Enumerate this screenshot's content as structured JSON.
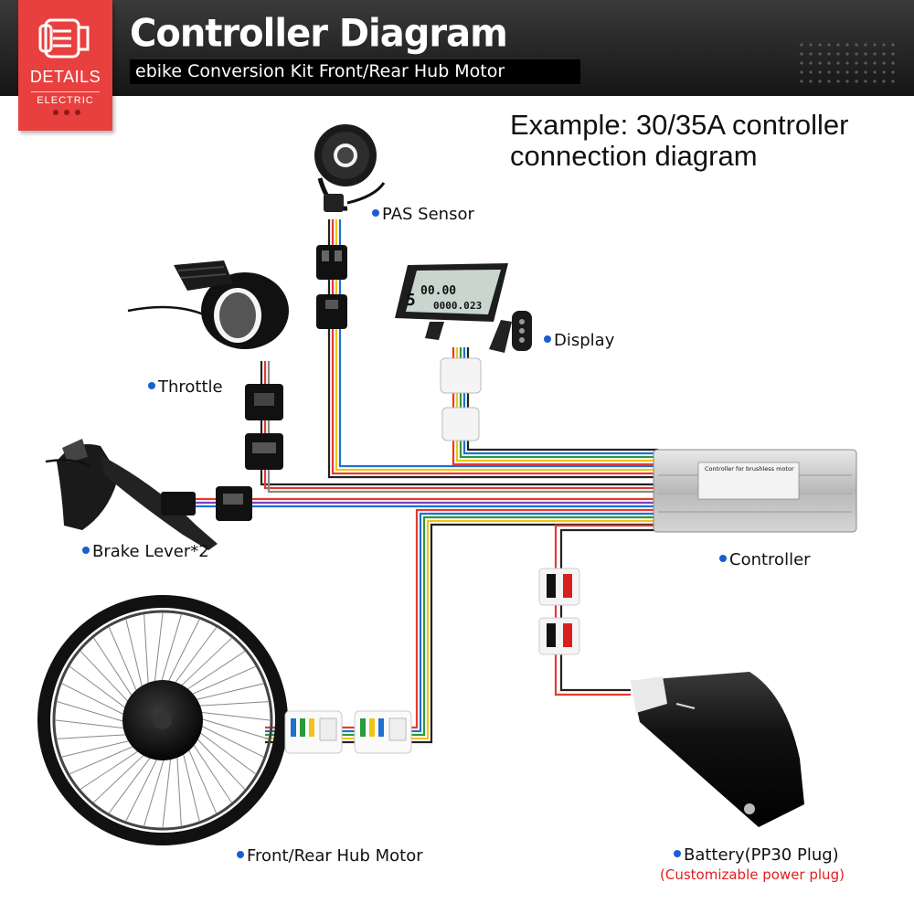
{
  "header": {
    "title": "Controller  Diagram",
    "subtitle": "ebike Conversion Kit Front/Rear Hub Motor"
  },
  "badge": {
    "main": "DETAILS",
    "sub": "ELECTRIC"
  },
  "example": {
    "line1": "Example: 30/35A controller",
    "line2": "connection diagram"
  },
  "components": {
    "pas": "PAS Sensor",
    "display": "Display",
    "throttle": "Throttle",
    "brake": "Brake Lever*2",
    "controller": "Controller",
    "motor": "Front/Rear Hub Motor",
    "battery": "Battery(PP30 Plug)",
    "battery_note": "(Customizable power plug)"
  },
  "controller_label": "Controller for brushless motor",
  "display_screen": {
    "speed": "5",
    "odo": "0000.0",
    "temp": "23",
    "top": "00.00"
  },
  "colors": {
    "header_bg": "#1f1f1f",
    "badge": "#e8403e",
    "bullet": "#1a5fd0",
    "note_red": "#e21d1d"
  }
}
